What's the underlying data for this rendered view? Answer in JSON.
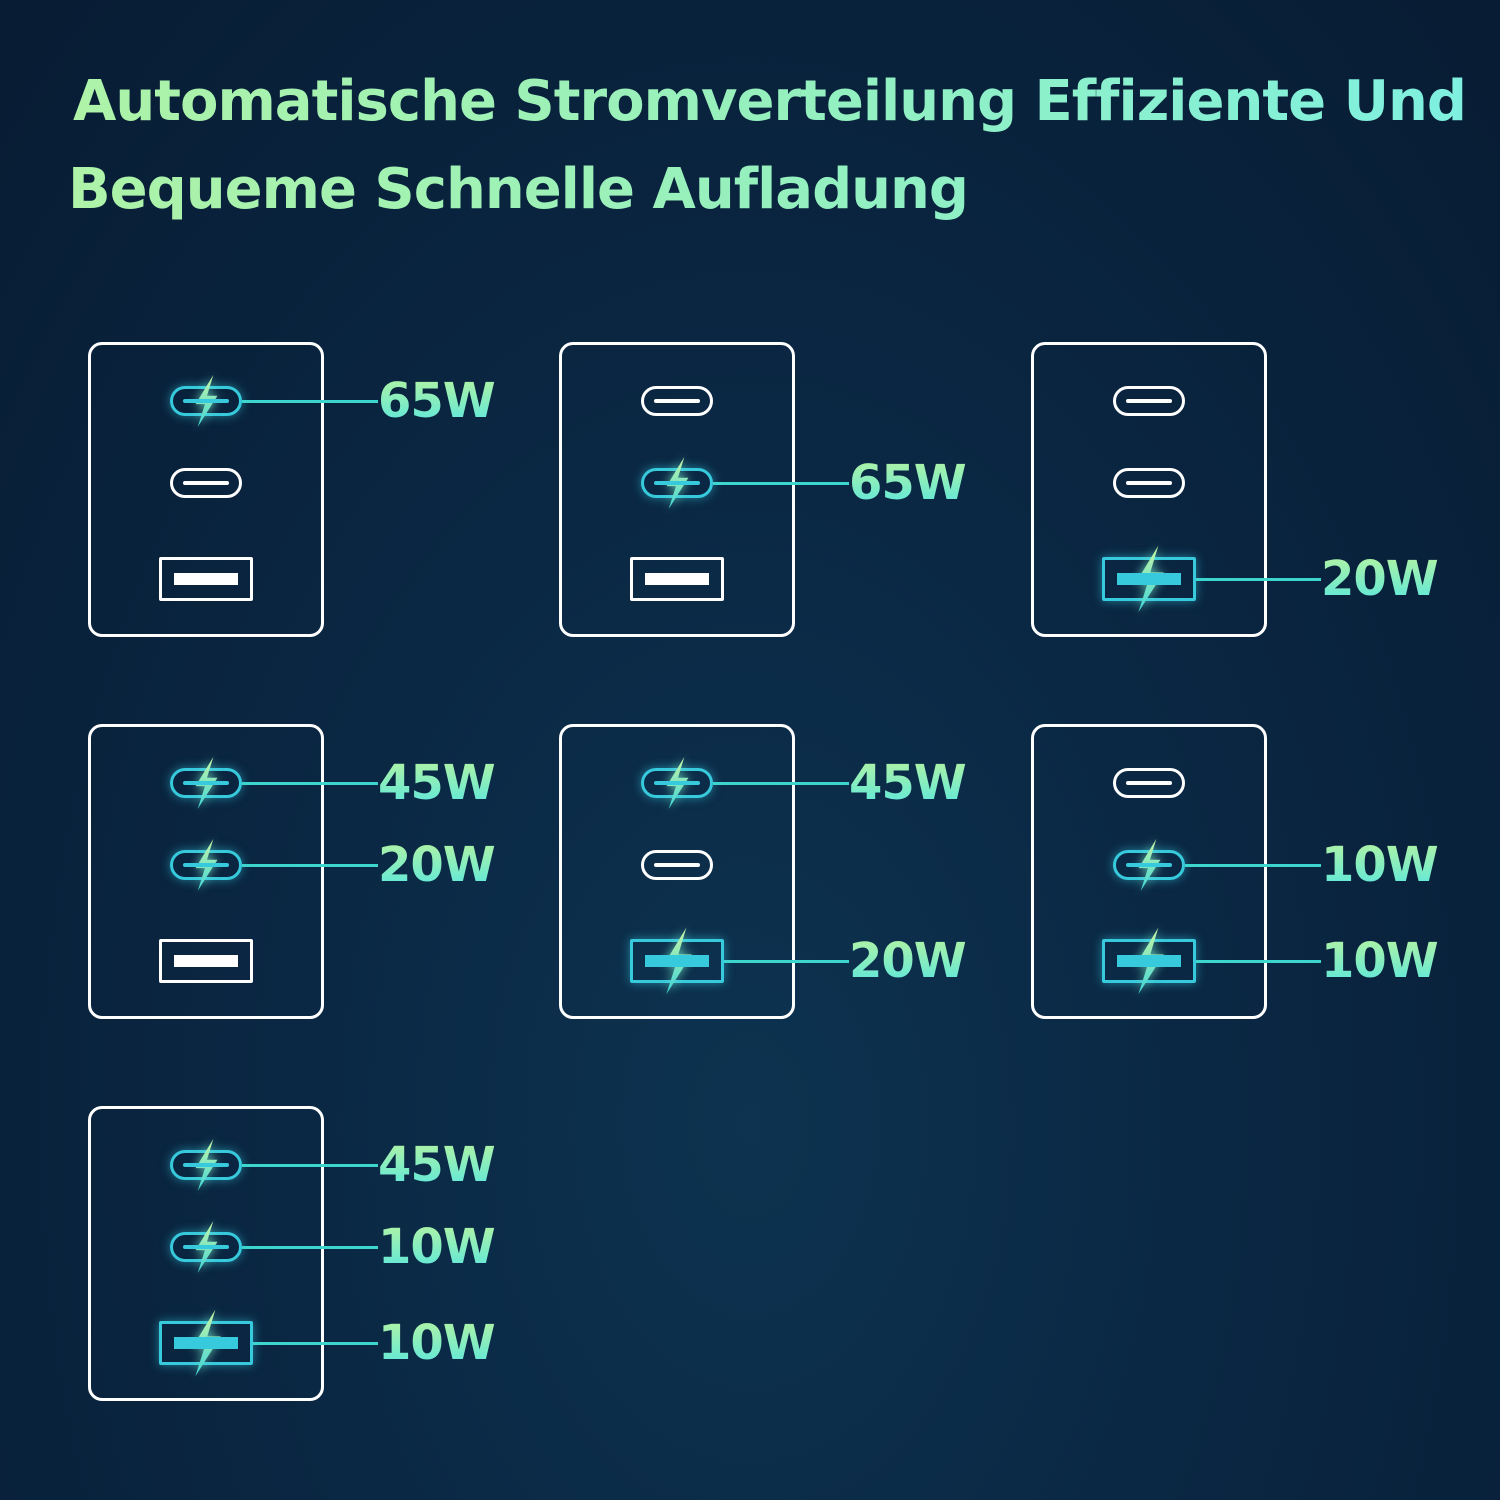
{
  "title": {
    "line1": "Automatische Stromverteilung Effiziente Und",
    "line2": "Bequeme Schnelle Aufladung"
  },
  "colors": {
    "background": "#0a2743",
    "title_gradient": [
      "#aef3a8",
      "#7ff0e0"
    ],
    "active_port": "#37c9dc",
    "leader_line": "#3dd6cf",
    "charger_outline": "#ffffff"
  },
  "port_layout": [
    "USB-C1",
    "USB-C2",
    "USB-A"
  ],
  "configurations": [
    {
      "ports": [
        {
          "type": "usb-c",
          "active": true,
          "watt": "65W"
        },
        {
          "type": "usb-c",
          "active": false,
          "watt": ""
        },
        {
          "type": "usb-a",
          "active": false,
          "watt": ""
        }
      ]
    },
    {
      "ports": [
        {
          "type": "usb-c",
          "active": false,
          "watt": ""
        },
        {
          "type": "usb-c",
          "active": true,
          "watt": "65W"
        },
        {
          "type": "usb-a",
          "active": false,
          "watt": ""
        }
      ]
    },
    {
      "ports": [
        {
          "type": "usb-c",
          "active": false,
          "watt": ""
        },
        {
          "type": "usb-c",
          "active": false,
          "watt": ""
        },
        {
          "type": "usb-a",
          "active": true,
          "watt": "20W"
        }
      ]
    },
    {
      "ports": [
        {
          "type": "usb-c",
          "active": true,
          "watt": "45W"
        },
        {
          "type": "usb-c",
          "active": true,
          "watt": "20W"
        },
        {
          "type": "usb-a",
          "active": false,
          "watt": ""
        }
      ]
    },
    {
      "ports": [
        {
          "type": "usb-c",
          "active": true,
          "watt": "45W"
        },
        {
          "type": "usb-c",
          "active": false,
          "watt": ""
        },
        {
          "type": "usb-a",
          "active": true,
          "watt": "20W"
        }
      ]
    },
    {
      "ports": [
        {
          "type": "usb-c",
          "active": false,
          "watt": ""
        },
        {
          "type": "usb-c",
          "active": true,
          "watt": "10W"
        },
        {
          "type": "usb-a",
          "active": true,
          "watt": "10W"
        }
      ]
    },
    {
      "ports": [
        {
          "type": "usb-c",
          "active": true,
          "watt": "45W"
        },
        {
          "type": "usb-c",
          "active": true,
          "watt": "10W"
        },
        {
          "type": "usb-a",
          "active": true,
          "watt": "10W"
        }
      ]
    }
  ]
}
